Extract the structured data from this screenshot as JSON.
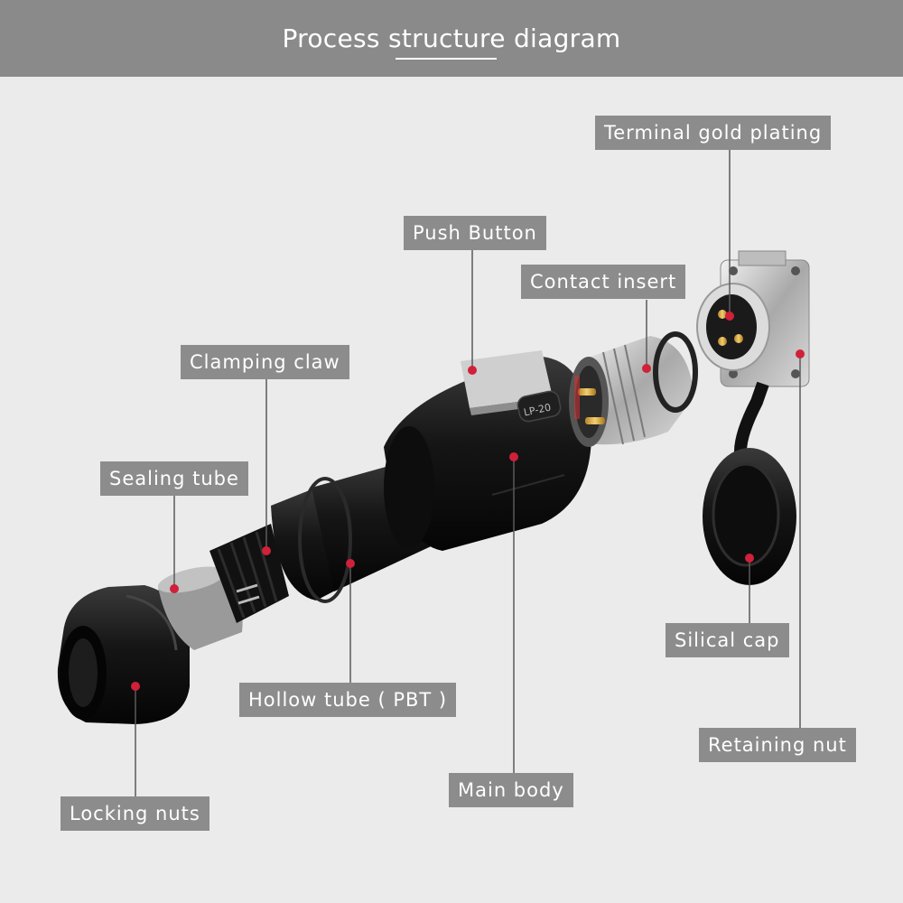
{
  "header": {
    "title": "Process structure diagram",
    "background": "#8a8a8a"
  },
  "labels": {
    "terminal_gold_plating": "Terminal gold plating",
    "push_button": "Push Button",
    "contact_insert": "Contact insert",
    "clamping_claw": "Clamping claw",
    "sealing_tube": "Sealing tube",
    "hollow_tube": "Hollow tube ( PBT )",
    "main_body": "Main body",
    "locking_nuts": "Locking nuts",
    "silical_cap": "Silical cap",
    "retaining_nut": "Retaining nut"
  },
  "product": {
    "model_marking": "LP-20"
  },
  "colors": {
    "label_bg": "#8c8c8c",
    "marker": "#d0203a",
    "leader_line": "#5a5a5a",
    "page_bg": "#ebebeb"
  }
}
